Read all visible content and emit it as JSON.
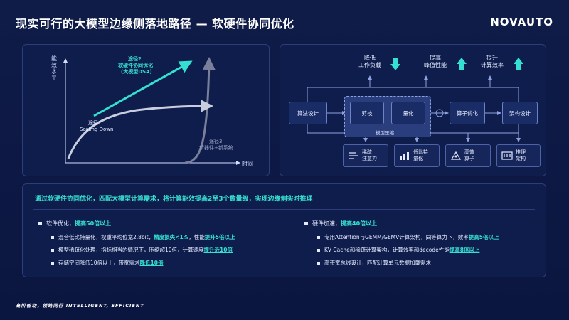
{
  "header": {
    "title": "现实可行的大模型边缘侧落地路径 — 软硬件协同优化",
    "logo": "NOVAUTO"
  },
  "left_chart": {
    "ylabel": "能效水平",
    "xlabel": "时间",
    "path1_label": "途径1",
    "path1_sub": "Scaling Down",
    "path2_label": "途径2",
    "path2_sub1": "软硬件协同优化",
    "path2_sub2": "(大模型DSA)",
    "path3_label": "途径3",
    "path3_sub": "新器件+新系统",
    "colors": {
      "path1": "#c9cde0",
      "path2": "#36e0d0",
      "path3": "#7a8099"
    }
  },
  "right_diagram": {
    "top_labels": [
      {
        "line1": "降低",
        "line2": "工作负载",
        "arrow": "down"
      },
      {
        "line1": "提高",
        "line2": "峰值性能",
        "arrow": "up"
      },
      {
        "line1": "提升",
        "line2": "计算效率",
        "arrow": "up"
      }
    ],
    "boxes": {
      "algo_design": "算法设计",
      "prune": "剪枝",
      "quantize": "量化",
      "compress_group": "模型压缩",
      "op_optimize": "算子优化",
      "arch_design": "架构设计"
    },
    "features": [
      {
        "icon": "sparse-attention-icon",
        "line1": "稀疏",
        "line2": "注意力"
      },
      {
        "icon": "low-bit-icon",
        "line1": "低比特",
        "line2": "量化"
      },
      {
        "icon": "efficient-operator-icon",
        "line1": "高效",
        "line2": "算子"
      },
      {
        "icon": "inference-arch-icon",
        "line1": "推理",
        "line2": "架构"
      }
    ]
  },
  "bottom": {
    "summary": "通过软硬件协同优化，匹配大模型计算需求，将计算能效提高2至3个数量级，实现边缘侧实时推理",
    "left_col": {
      "title_pre": "软件优化，",
      "title_hl": "提高50倍以上",
      "items": [
        {
          "pre": "混合低比特量化，权重平均位宽2.8bit，",
          "hl1": "精度损失<1%",
          "mid": "，性能",
          "hl2": "提升5倍以上",
          "post": ""
        },
        {
          "pre": "模型稀疏化处理，指标相当的情况下，压缩超10倍，计算速度",
          "hl1": "提升近10倍",
          "mid": "",
          "hl2": "",
          "post": ""
        },
        {
          "pre": "存储空间降低10倍以上，带宽需求",
          "hl1": "降低10倍",
          "mid": "",
          "hl2": "",
          "post": ""
        }
      ]
    },
    "right_col": {
      "title_pre": "硬件加速，",
      "title_hl": "提高40倍以上",
      "items": [
        {
          "pre": "专用Attention与GEMM/GEMV计算架构，同等算力下，效率",
          "hl1": "提高5倍以上",
          "post": ""
        },
        {
          "pre": "KV Cache和稀疏计算架构，计算效率和decode性能",
          "hl1": "提高8倍以上",
          "post": ""
        },
        {
          "pre": "高带宽总线设计，匹配计算单元数据加载需求",
          "hl1": "",
          "post": ""
        }
      ]
    }
  },
  "footer": {
    "slogan": "高阶智动，领路同行    INTELLIGENT, EFFICIENT"
  }
}
